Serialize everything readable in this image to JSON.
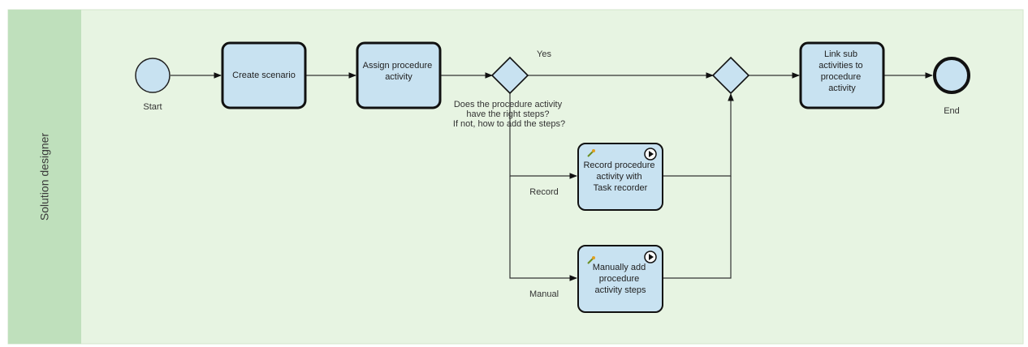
{
  "lane": {
    "label": "Solution designer"
  },
  "events": {
    "start": "Start",
    "end": "End"
  },
  "tasks": {
    "create_scenario": [
      "Create scenario"
    ],
    "assign_procedure": [
      "Assign procedure",
      "activity"
    ],
    "link_sub": [
      "Link sub",
      "activities to",
      "procedure",
      "activity"
    ],
    "record_procedure": [
      "Record procedure",
      "activity with",
      "Task recorder"
    ],
    "manually_add": [
      "Manually add",
      "procedure",
      "activity steps"
    ]
  },
  "gateway_question": [
    "Does the procedure activity",
    "have the right steps?",
    "If not, how to add the steps?"
  ],
  "flow_labels": {
    "yes": "Yes",
    "record": "Record",
    "manual": "Manual"
  },
  "colors": {
    "lane_background": "#e7f4e2",
    "lane_header": "#bfe0bc",
    "shape_fill": "#c8e2f1",
    "stroke": "#111111"
  }
}
